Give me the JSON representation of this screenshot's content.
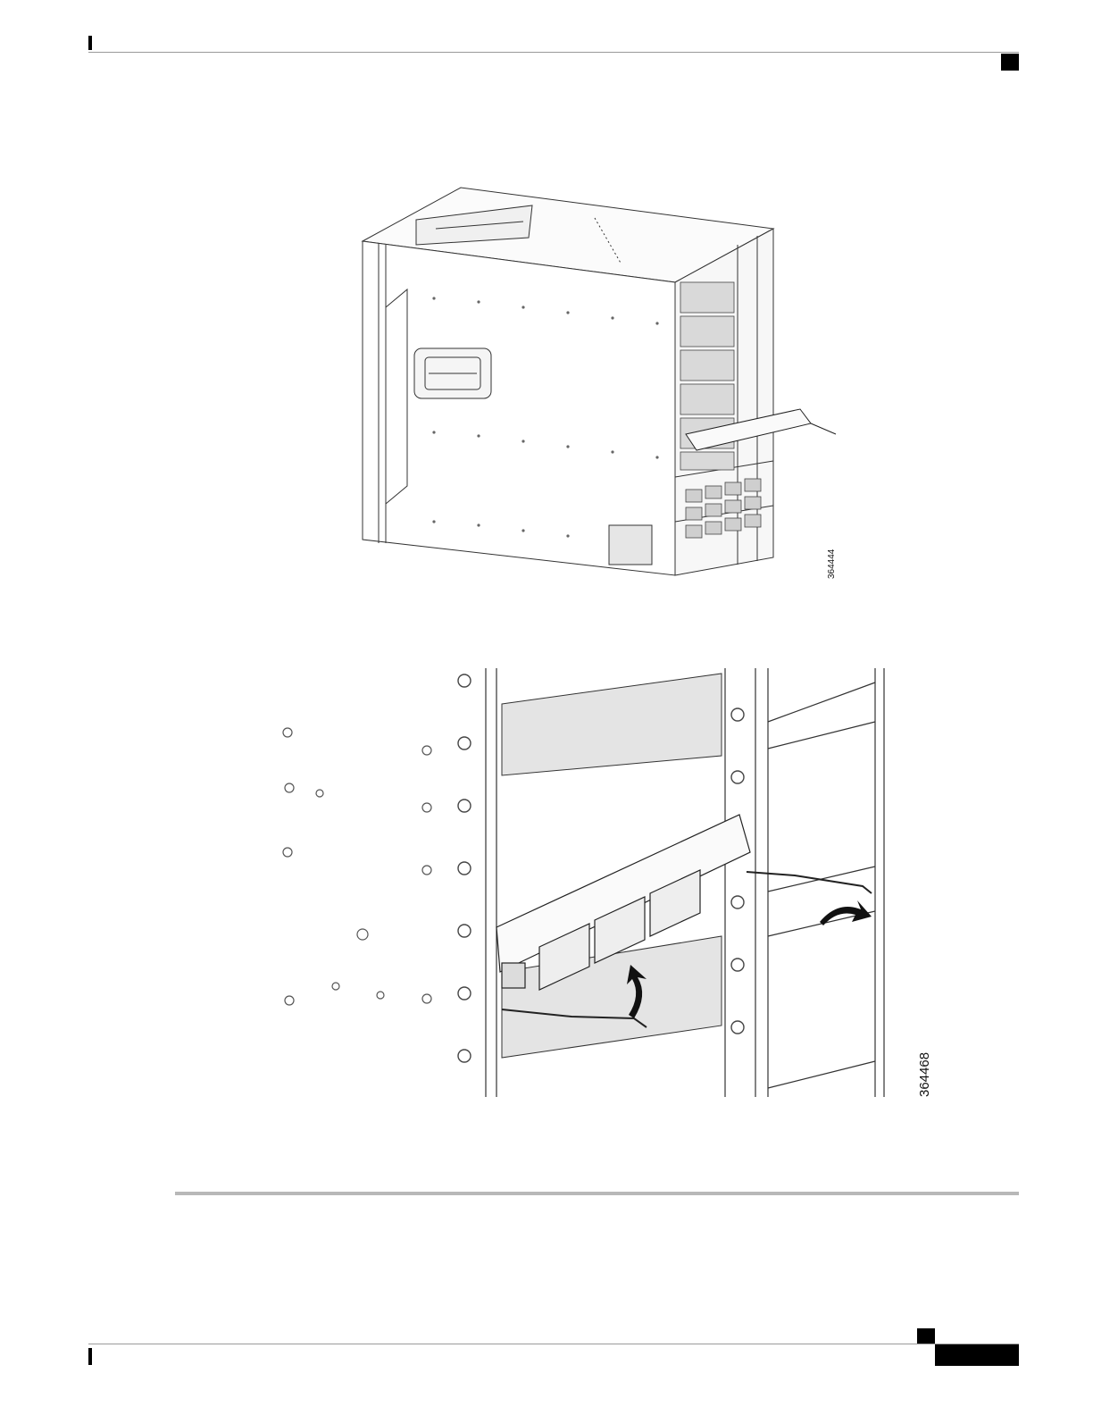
{
  "figures": [
    {
      "id_label": "364444",
      "alt": "chassis-with-line-card-inserting"
    },
    {
      "id_label": "364468",
      "alt": "line-card-ejector-levers-closing"
    }
  ],
  "colors": {
    "ink": "#000000",
    "rule": "#9a9a9a",
    "end_rule": "#b8b8b8",
    "drawing": "#333333"
  }
}
